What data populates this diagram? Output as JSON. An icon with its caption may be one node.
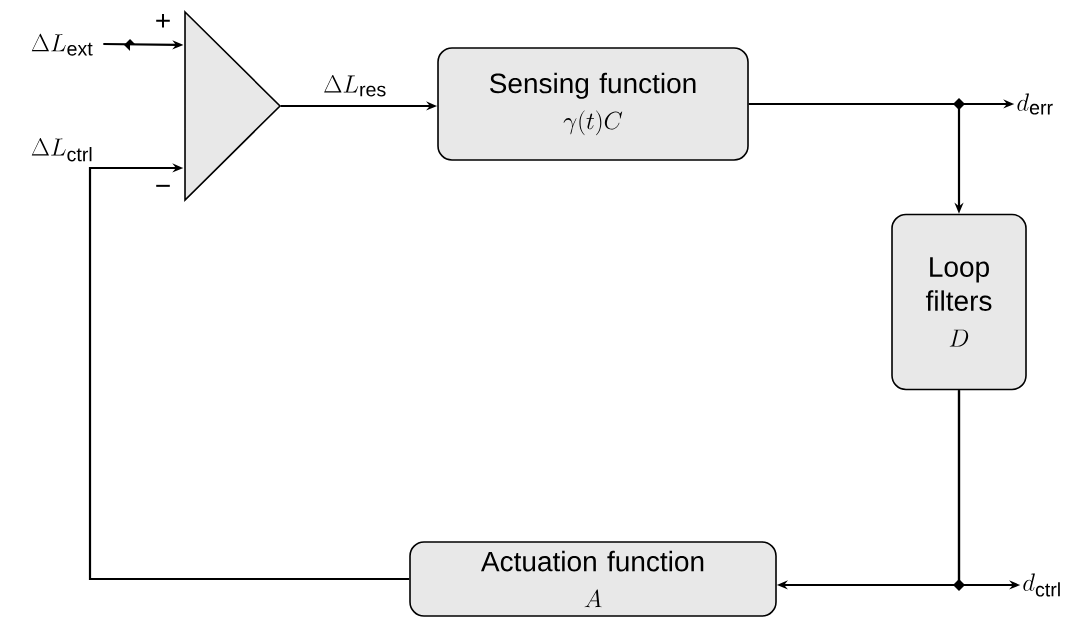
{
  "diagram": {
    "nodes": [
      {
        "text": [
          "\\Delta L_\\mathrm{ext}"
        ]
      },
      {
        "text": [
          "+",
          "−"
        ]
      },
      {
        "text": [
          "Sensing function",
          "\\gamma(t)C"
        ]
      },
      {
        "text": [
          "Loop filters",
          "D"
        ]
      },
      {
        "text": [
          "Actuation function",
          "A"
        ]
      },
      {
        "text": [
          "d_\\mathrm{err}"
        ]
      },
      {
        "text": [
          "d_\\mathrm{ctrl}"
        ]
      }
    ],
    "edges": [
      {
        "from": 0,
        "to": 1,
        "arrow": "to"
      },
      {
        "from": 1,
        "to": 2,
        "arrow": "to",
        "label": "\\Delta L_\\mathrm{res}"
      },
      {
        "from": 2,
        "to": 5,
        "arrow": "to"
      },
      {
        "from": 2,
        "to": 3,
        "arrow": "to"
      },
      {
        "from": 3,
        "to": 6,
        "arrow": "to"
      },
      {
        "from": 3,
        "to": 4,
        "arrow": "to"
      },
      {
        "from": 4,
        "to": 1,
        "arrow": "to",
        "label": "\\Delta L_\\mathrm{ctrl}"
      }
    ]
  }
}
